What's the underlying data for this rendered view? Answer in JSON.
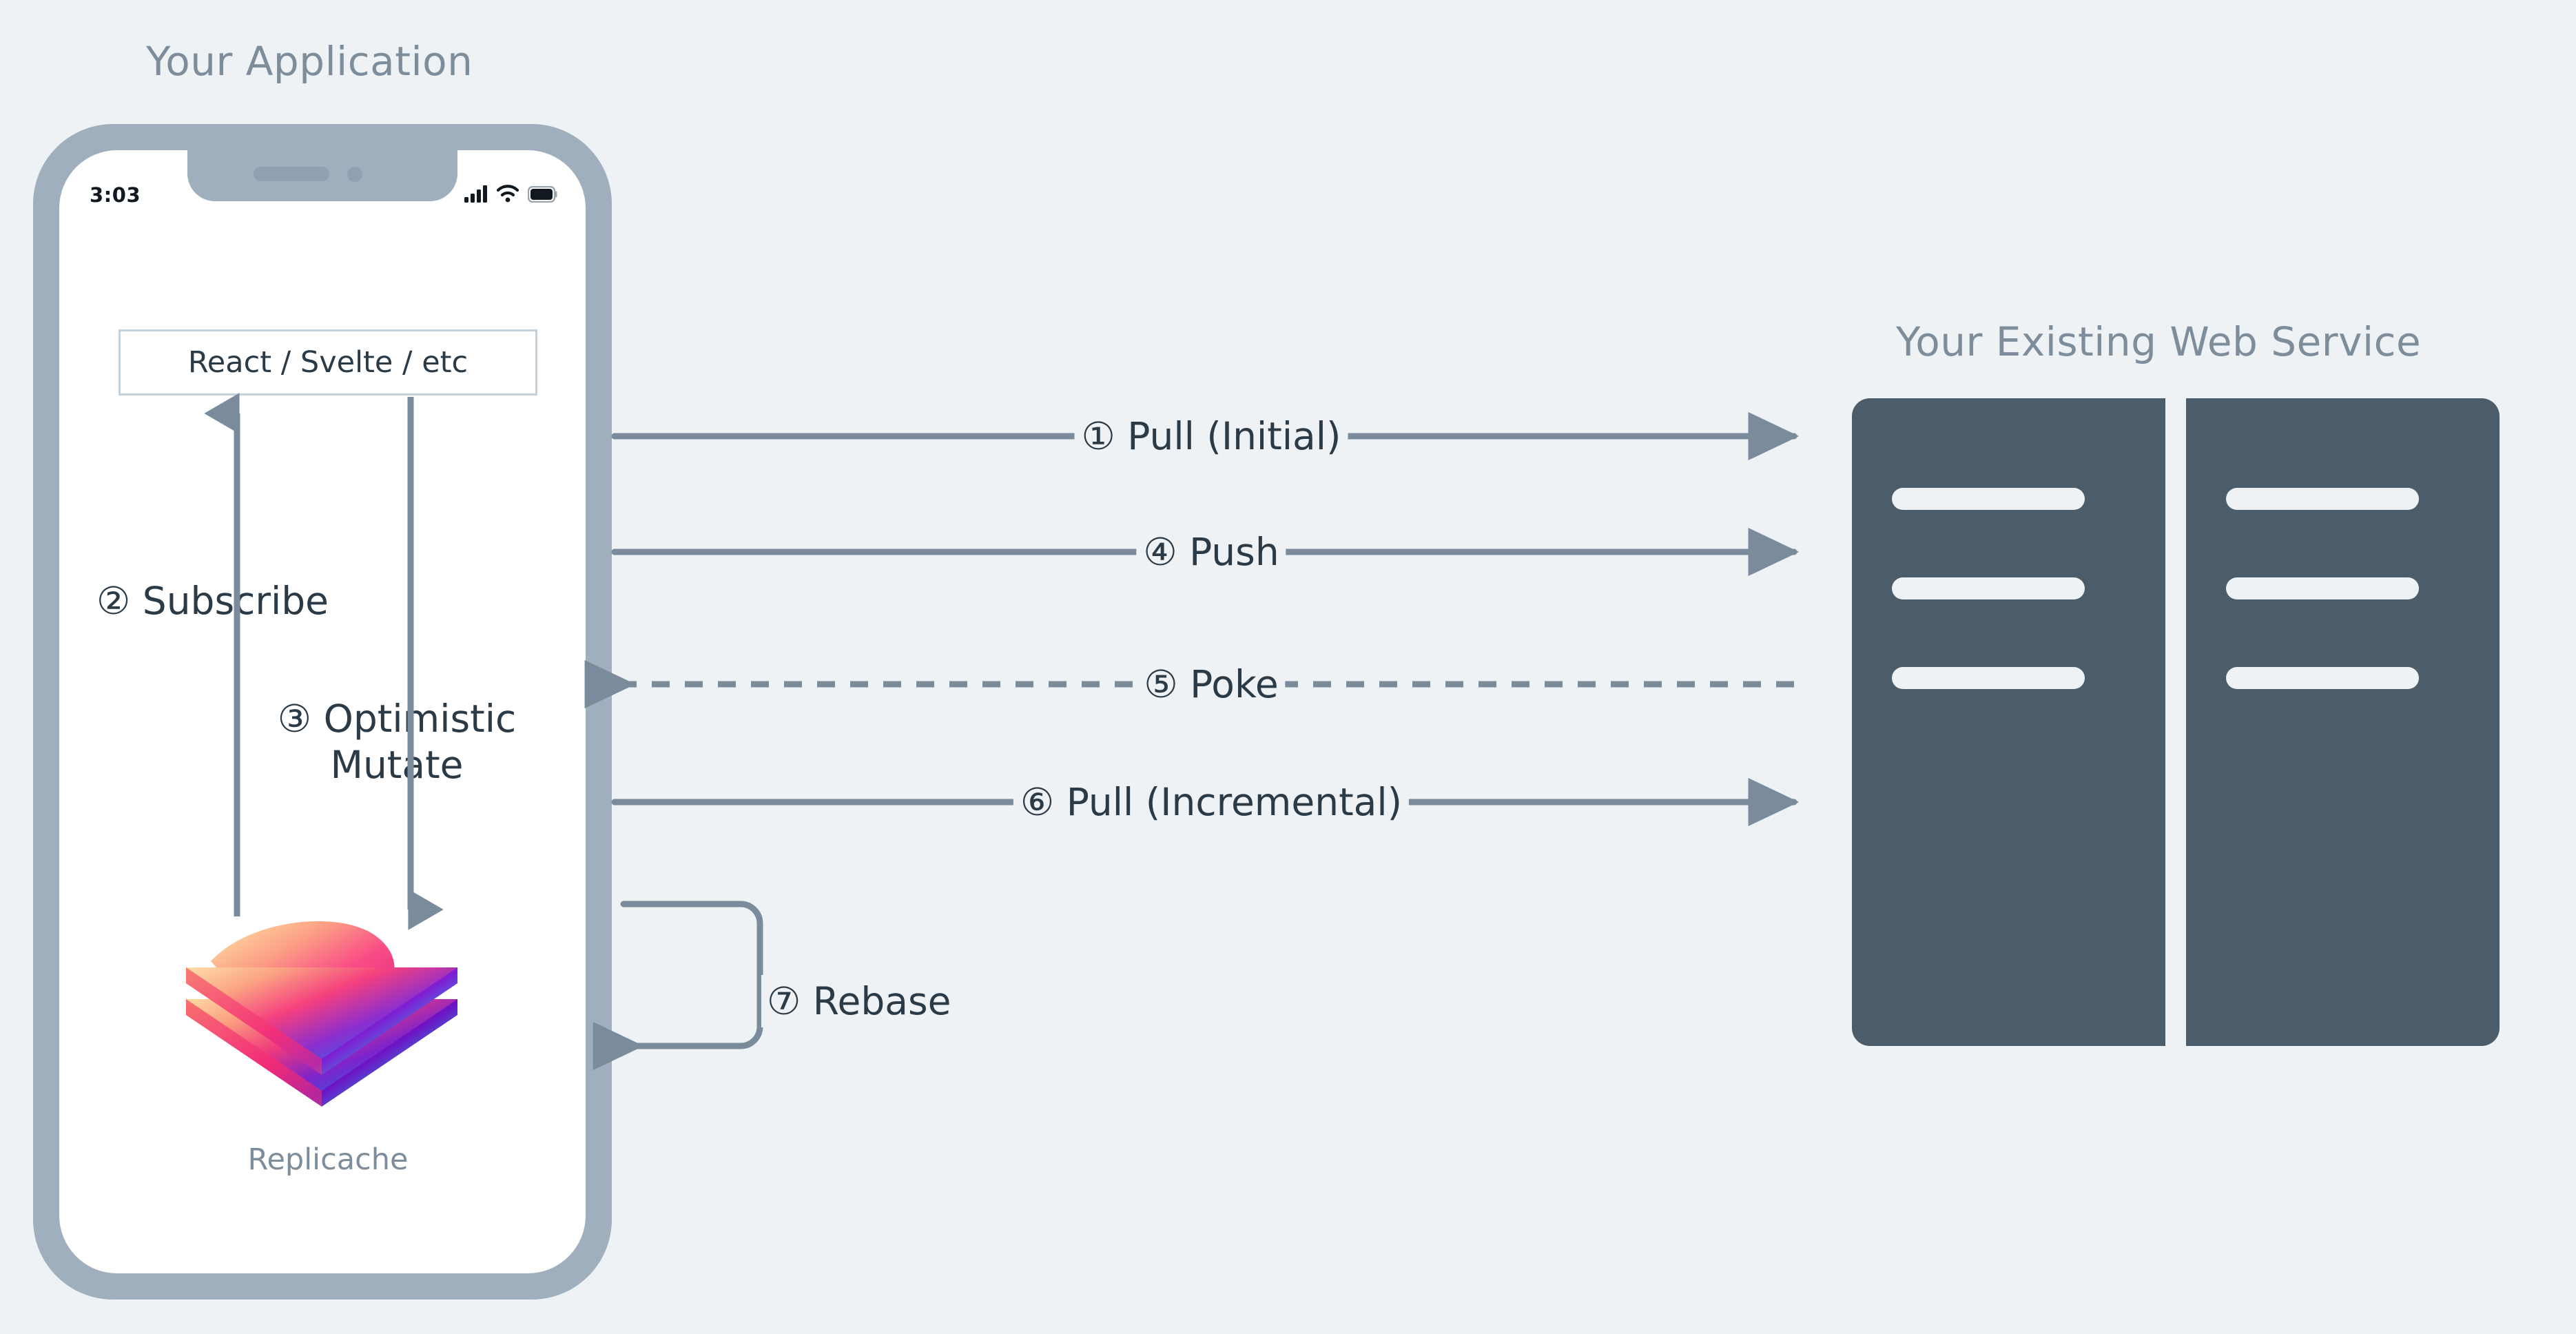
{
  "background_color": "#eef2f5",
  "colors": {
    "background": "#eef2f5",
    "phone_frame": "#9fafbe",
    "phone_screen": "#ffffff",
    "server": "#4b5c6b",
    "server_bar": "#eef2f5",
    "title_text": "#7d8d9c",
    "body_text": "#2b3a47",
    "arrow": "#7a8b9c",
    "box_border": "#c5d2dc"
  },
  "app": {
    "title": "Your Application",
    "status_bar": {
      "time": "3:03",
      "icons": [
        "signal-bars-icon",
        "wifi-icon",
        "battery-icon"
      ]
    },
    "framework_box": {
      "label": "React / Svelte / etc"
    },
    "internal_flows": [
      {
        "number": "②",
        "label": "② Subscribe",
        "direction": "up",
        "from": "replicache",
        "to": "framework"
      },
      {
        "number": "③",
        "label": "③ Optimistic\nMutate",
        "line1": "③ Optimistic",
        "line2": "Mutate",
        "direction": "down",
        "from": "framework",
        "to": "replicache"
      }
    ],
    "datastore": {
      "name": "Replicache",
      "logo": "replicache-layers-logo"
    }
  },
  "service": {
    "title": "Your Existing Web Service",
    "racks": [
      {
        "bars": 3
      },
      {
        "bars": 3
      }
    ]
  },
  "flows": [
    {
      "id": "pull-initial",
      "number": "①",
      "label": "① Pull (Initial)",
      "direction": "right",
      "style": "solid"
    },
    {
      "id": "push",
      "number": "④",
      "label": "④ Push",
      "direction": "right",
      "style": "solid"
    },
    {
      "id": "poke",
      "number": "⑤",
      "label": "⑤ Poke",
      "direction": "left",
      "style": "dashed"
    },
    {
      "id": "pull-incremental",
      "number": "⑥",
      "label": "⑥ Pull (Incremental)",
      "direction": "right",
      "style": "solid"
    }
  ],
  "rebase": {
    "number": "⑦",
    "label": "⑦ Rebase",
    "direction": "loop-left",
    "style": "solid"
  }
}
